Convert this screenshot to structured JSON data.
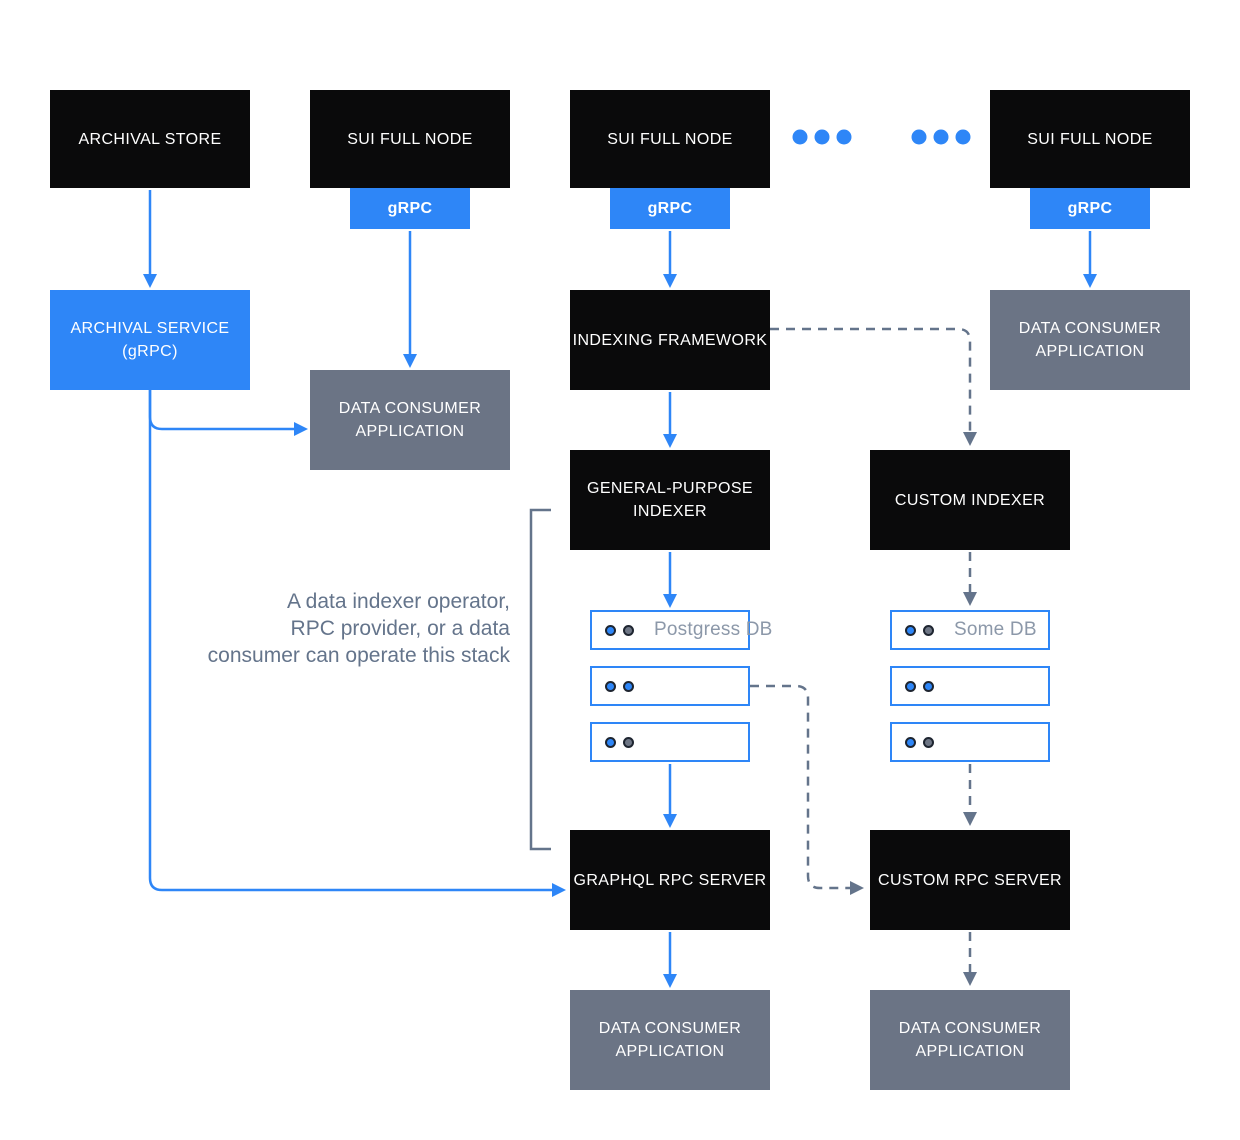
{
  "colors": {
    "background": "#FFFFFF",
    "blue": "#2E86F7",
    "black": "#0A0A0B",
    "gray_box": "#6B7485",
    "slate": "#64748B",
    "db_label": "#8C98A9",
    "dot_blue": "#2E86F7",
    "dot_gray": "#6E7685",
    "dot_border": "#1E2530"
  },
  "top_row": {
    "archival_store": "ARCHIVAL STORE",
    "sui_full_node_1": "SUI FULL NODE",
    "sui_full_node_2": "SUI FULL NODE",
    "sui_full_node_3": "SUI FULL NODE",
    "grpc_tab_1": "gRPC",
    "grpc_tab_2": "gRPC",
    "grpc_tab_3": "gRPC",
    "ellipsis": "two groups of three blue dots"
  },
  "archival_stack": {
    "archival_service": "ARCHIVAL SERVICE\n(gRPC)",
    "data_consumer_application": "DATA CONSUMER\nAPPLICATION"
  },
  "general_stack": {
    "indexing_framework": "INDEXING FRAMEWORK",
    "general_purpose_indexer": "GENERAL-PURPOSE\nINDEXER",
    "db_rows": [
      {
        "label": "Postgress DB",
        "dots": [
          "blue",
          "gray"
        ]
      },
      {
        "label": "",
        "dots": [
          "blue",
          "blue"
        ]
      },
      {
        "label": "",
        "dots": [
          "blue",
          "gray"
        ]
      }
    ],
    "graphql_rpc_server": "GRAPHQL RPC SERVER",
    "data_consumer_application": "DATA CONSUMER\nAPPLICATION"
  },
  "custom_stack": {
    "data_consumer_application_top": "DATA CONSUMER\nAPPLICATION",
    "custom_indexer": "CUSTOM INDEXER",
    "db_rows": [
      {
        "label": "Some DB",
        "dots": [
          "blue",
          "gray"
        ]
      },
      {
        "label": "",
        "dots": [
          "blue",
          "blue"
        ]
      },
      {
        "label": "",
        "dots": [
          "blue",
          "gray"
        ]
      }
    ],
    "custom_rpc_server": "CUSTOM RPC SERVER",
    "data_consumer_application_bottom": "DATA CONSUMER\nAPPLICATION"
  },
  "annotation": "A data indexer operator,\nRPC provider, or a data\nconsumer can operate this stack"
}
